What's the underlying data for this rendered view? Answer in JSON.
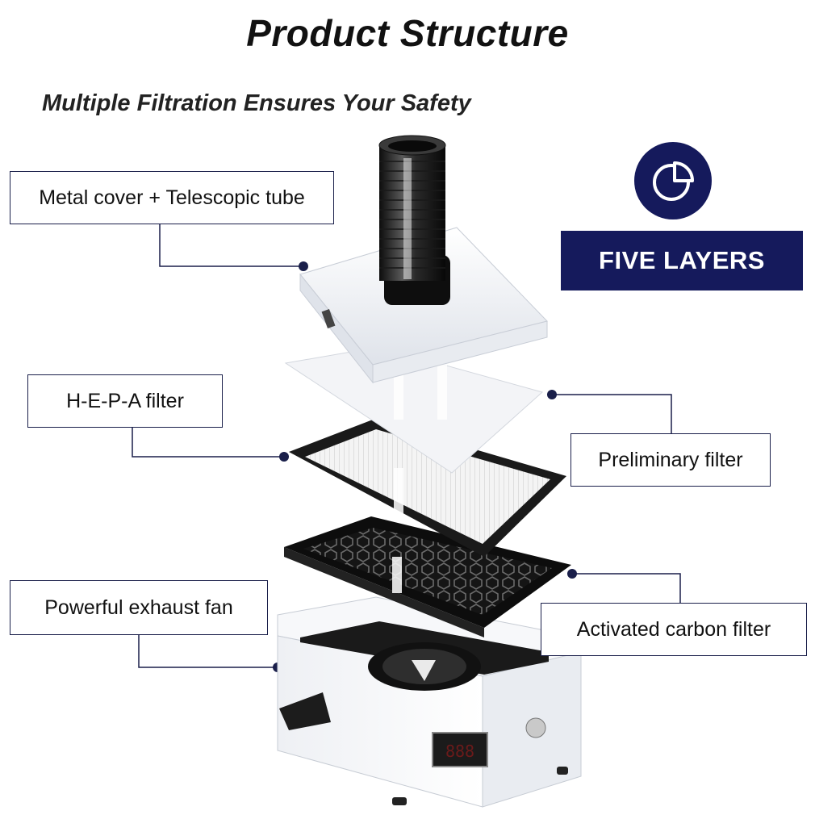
{
  "header": {
    "title": "Product Structure",
    "subtitle": "Multiple Filtration Ensures Your Safety"
  },
  "badge": {
    "icon": "pie-chart-icon",
    "text": "FIVE LAYERS",
    "color": "#151a5c"
  },
  "callouts": {
    "metal_cover": "Metal cover + Telescopic tube",
    "hepa": "H-E-P-A filter",
    "preliminary": "Preliminary filter",
    "fan": "Powerful exhaust fan",
    "carbon": "Activated carbon filter"
  },
  "display": {
    "readout": "888"
  },
  "colors": {
    "accent": "#151a5c",
    "leader": "#1a1f4a"
  }
}
